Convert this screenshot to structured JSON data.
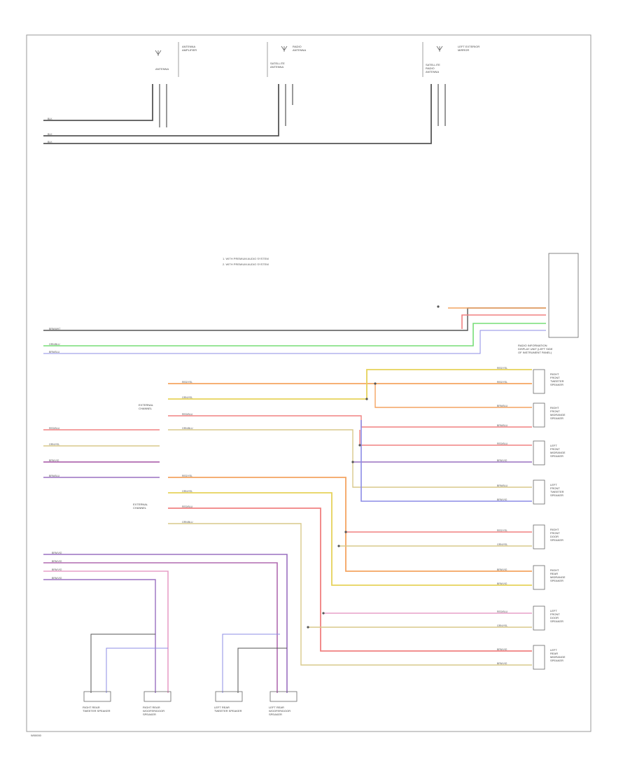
{
  "colors": {
    "gray": "#999999",
    "dark": "#555555",
    "green": "#77dd77",
    "orange": "#f4a460",
    "yellow": "#e6d25a",
    "red": "#f08080",
    "purple": "#b06ab0",
    "blue": "#8c8ce6",
    "pink": "#e7a0c8",
    "tan": "#d8c98a",
    "violet": "#9a70c0"
  },
  "antennas": {
    "left_name": "ANTENNA\nAMPLIFIER",
    "left_sub": "ANTENNA",
    "center_name": "RADIO\nANTENNA",
    "center_sub": "SATELLITE\nANTENNA",
    "right_name": "LEFT EXTERIOR\nMIRROR",
    "right_sub": "SATELLITE\nRADIO\nANTENNA"
  },
  "notes": {
    "line1": "1. WITH PREMIUM AUDIO SYSTEM",
    "line2": "2. WITH PREMIUM AUDIO SYSTEM"
  },
  "component_labels": {
    "front_disp": "RADIO INFORMATION\nDISPLAY UNIT (LEFT SIDE\nOF INSTRUMENT PANEL)",
    "amp_upper": "EXTERNAL\nCHANNEL",
    "amp_lower": "EXTERNAL\nCHANNEL"
  },
  "right_speakers": [
    "RIGHT\nFRONT\nTWEETER\nSPEAKER",
    "RIGHT\nFRONT\nMIDRANGE\nSPEAKER",
    "LEFT\nFRONT\nMIDRANGE\nSPEAKER",
    "LEFT\nFRONT\nTWEETER\nSPEAKER",
    "RIGHT\nFRONT\nDOOR\nSPEAKER",
    "RIGHT\nREAR\nMIDRANGE\nSPEAKER",
    "LEFT\nFRONT\nDOOR\nSPEAKER",
    "LEFT\nREAR\nMIDRANGE\nSPEAKER"
  ],
  "bottom_speakers": [
    "RIGHT REAR\nTWEETER SPEAKER",
    "RIGHT REAR\nWOOFER/DOOR\nSPEAKER",
    "LEFT REAR\nTWEETER SPEAKER",
    "LEFT REAR\nWOOFER/DOOR\nSPEAKER"
  ],
  "wire_labels": {
    "orange": "RED/YEL",
    "yellow": "GRN/YEL",
    "red": "RED/BLU",
    "green": "GRN/BLU",
    "blue": "BRN/BLU",
    "purple": "BRN/VIO",
    "gray": "BRN/WHT",
    "black": "BLK"
  },
  "footer_id": "W00000"
}
